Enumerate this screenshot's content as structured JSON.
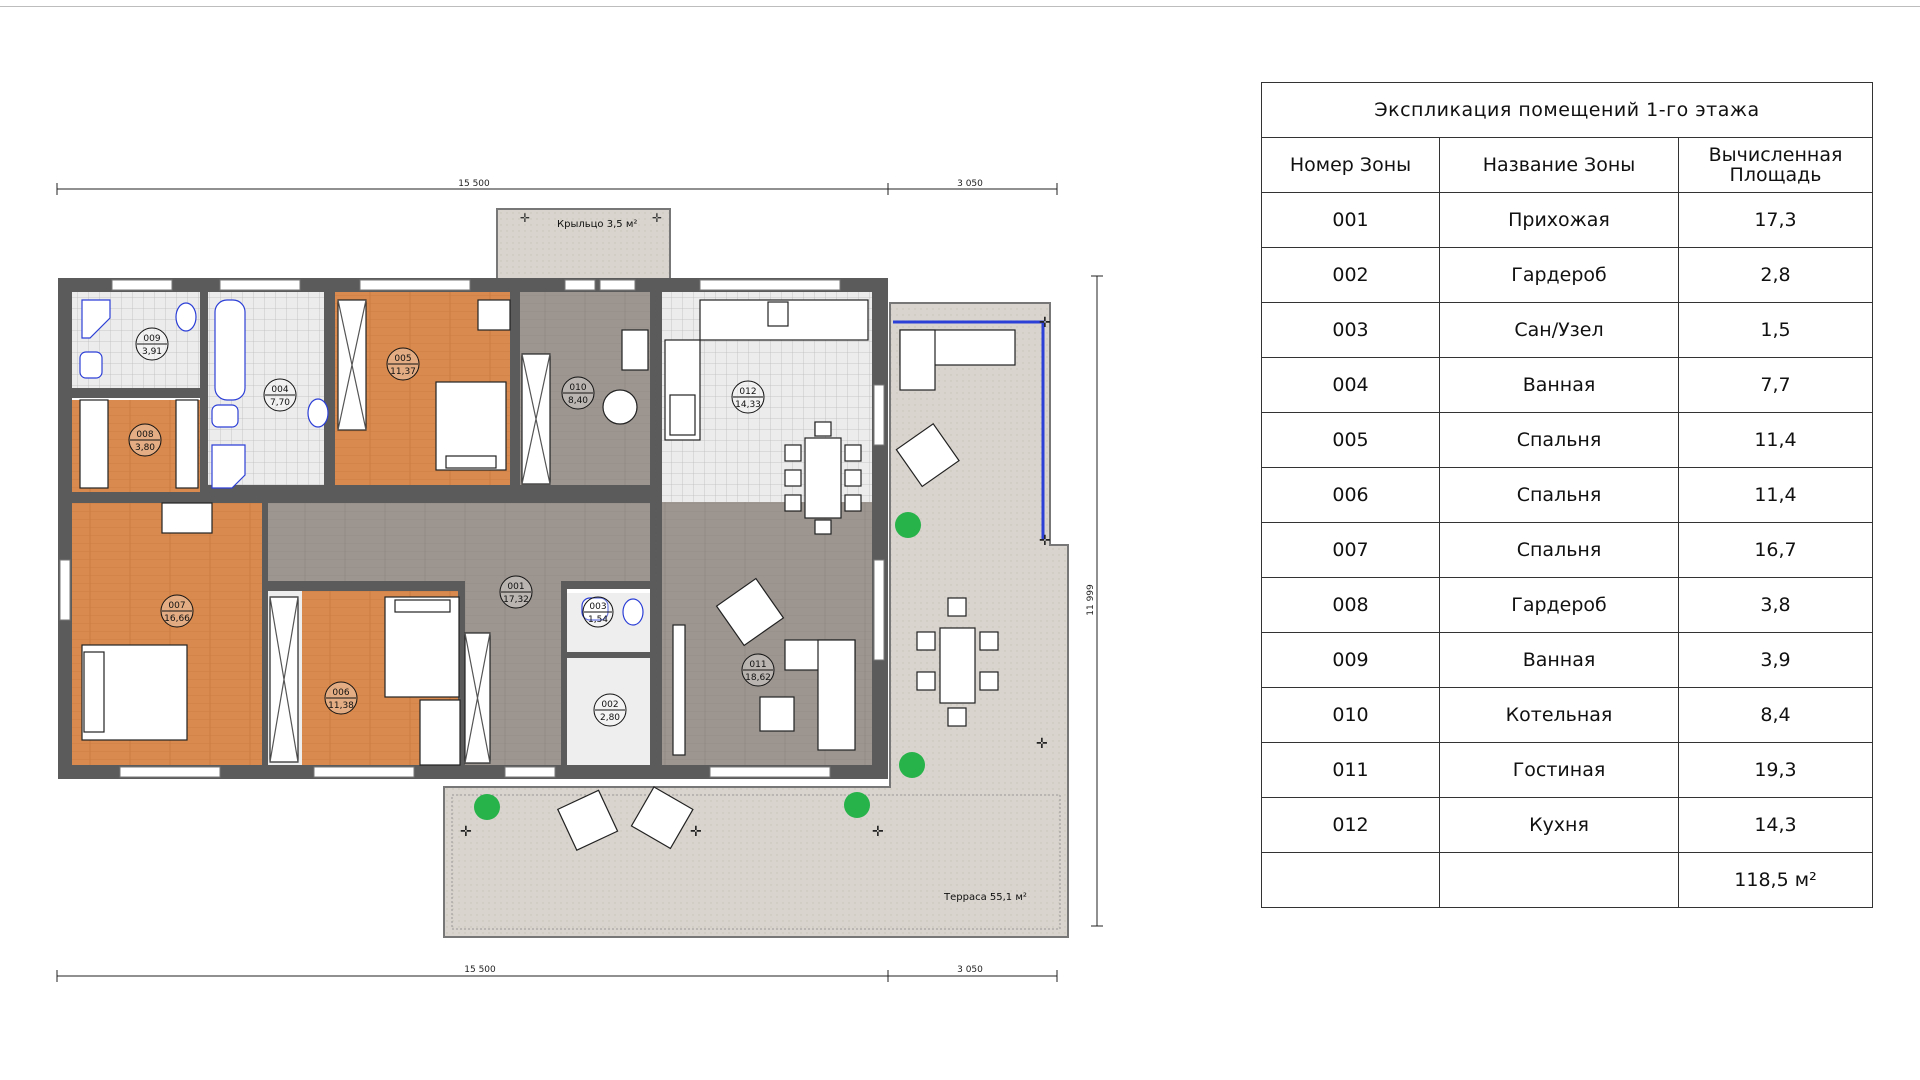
{
  "plan": {
    "dims": {
      "top_main": "15 500",
      "top_right": "3 050",
      "bottom_main": "15 500",
      "bottom_right": "3 050",
      "right_vertical": "11 999"
    },
    "porch_label": "Крыльцо 3,5 м²",
    "terrace_label": "Терраса 55,1 м²",
    "rooms": [
      {
        "num": "009",
        "area": "3,91"
      },
      {
        "num": "004",
        "area": "7,70"
      },
      {
        "num": "005",
        "area": "11,37"
      },
      {
        "num": "010",
        "area": "8,40"
      },
      {
        "num": "012",
        "area": "14,33"
      },
      {
        "num": "008",
        "area": "3,80"
      },
      {
        "num": "007",
        "area": "16,66"
      },
      {
        "num": "001",
        "area": "17,32"
      },
      {
        "num": "003",
        "area": "1,54"
      },
      {
        "num": "006",
        "area": "11,38"
      },
      {
        "num": "002",
        "area": "2,80"
      },
      {
        "num": "011",
        "area": "18,62"
      }
    ],
    "colors": {
      "wall": "#5b5b5b",
      "wood_floor": "#d98a4e",
      "grey_floor": "#9c9590",
      "tile": "#e8e8e8",
      "terrace": "#d8d3cc",
      "plant": "#27b24a",
      "glass": "#2c3fd6"
    }
  },
  "explication": {
    "title": "Экспликация помещений 1-го этажа",
    "headers": [
      "Номер Зоны",
      "Название Зоны",
      "Вычисленная Площадь"
    ],
    "rows": [
      {
        "num": "001",
        "name": "Прихожая",
        "area": "17,3"
      },
      {
        "num": "002",
        "name": "Гардероб",
        "area": "2,8"
      },
      {
        "num": "003",
        "name": "Сан/Узел",
        "area": "1,5"
      },
      {
        "num": "004",
        "name": "Ванная",
        "area": "7,7"
      },
      {
        "num": "005",
        "name": "Спальня",
        "area": "11,4"
      },
      {
        "num": "006",
        "name": "Спальня",
        "area": "11,4"
      },
      {
        "num": "007",
        "name": "Спальня",
        "area": "16,7"
      },
      {
        "num": "008",
        "name": "Гардероб",
        "area": "3,8"
      },
      {
        "num": "009",
        "name": "Ванная",
        "area": "3,9"
      },
      {
        "num": "010",
        "name": "Котельная",
        "area": "8,4"
      },
      {
        "num": "011",
        "name": "Гостиная",
        "area": "19,3"
      },
      {
        "num": "012",
        "name": "Кухня",
        "area": "14,3"
      }
    ],
    "total": "118,5 м²"
  }
}
